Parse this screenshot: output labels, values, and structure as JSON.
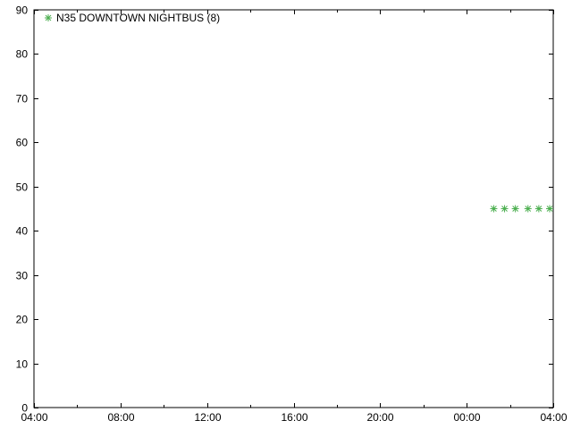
{
  "chart_data": {
    "type": "scatter",
    "title": "",
    "xlabel": "",
    "ylabel": "",
    "grid": false,
    "legend_position": "top-left",
    "x_axis_type": "time",
    "xlim": [
      "04:00",
      "04:00 (+1 day)"
    ],
    "ylim": [
      0,
      90
    ],
    "x_ticks": [
      "04:00",
      "08:00",
      "12:00",
      "16:00",
      "20:00",
      "00:00",
      "04:00"
    ],
    "y_ticks": [
      "0",
      "10",
      "20",
      "30",
      "40",
      "50",
      "60",
      "70",
      "80",
      "90"
    ],
    "series": [
      {
        "name": "N35 DOWNTOWN NIGHTBUS (8)",
        "color": "#4caf50",
        "marker": "asterisk",
        "points": [
          {
            "x": "01:15",
            "y": 45
          },
          {
            "x": "01:45",
            "y": 45
          },
          {
            "x": "02:15",
            "y": 45
          },
          {
            "x": "02:50",
            "y": 45
          },
          {
            "x": "03:20",
            "y": 45
          },
          {
            "x": "03:55",
            "y": 45
          }
        ]
      }
    ]
  }
}
